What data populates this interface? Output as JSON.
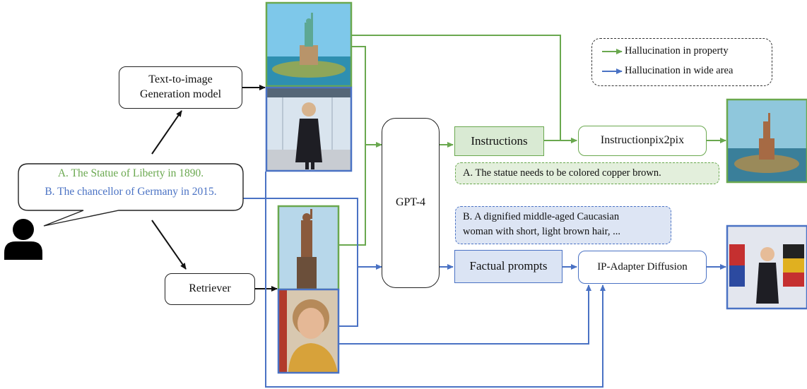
{
  "legend": {
    "items": [
      {
        "label": "Hallucination in property",
        "color": "#6aa84f"
      },
      {
        "label": "Hallucination in wide area",
        "color": "#4a72c4"
      }
    ]
  },
  "user_query": {
    "line_a": "A.   The Statue of Liberty in 1890.",
    "line_b": "B. The chancellor of Germany in 2015."
  },
  "nodes": {
    "t2i_model": "Text-to-image\nGeneration model",
    "retriever": "Retriever",
    "gpt4": "GPT-4",
    "instructions": "Instructions",
    "instructpix2pix": "Instructionpix2pix",
    "factual_prompts": "Factual prompts",
    "ip_adapter": "IP-Adapter Diffusion"
  },
  "notes": {
    "instruction_example": "A.   The statue needs to be colored copper brown.",
    "prompt_example": "B. A dignified middle-aged Caucasian\nwoman with short, light brown hair, ..."
  },
  "colors": {
    "green": "#6aa84f",
    "blue": "#4a72c4",
    "black": "#111111"
  }
}
